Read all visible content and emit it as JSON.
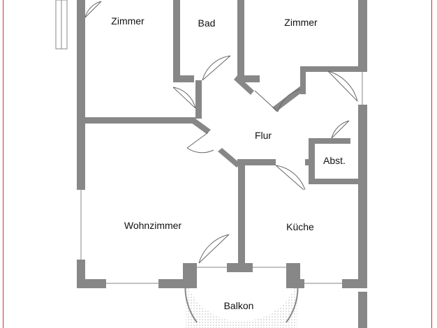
{
  "colors": {
    "wall": "#878787",
    "frame": "#c9332a",
    "window": "#ffffff",
    "door_swing": "#666666",
    "balcony_fill": "#d9d9d9"
  },
  "rooms": {
    "zimmer_left": "Zimmer",
    "bad": "Bad",
    "zimmer_right": "Zimmer",
    "flur": "Flur",
    "abst": "Abst.",
    "wohnzimmer": "Wohnzimmer",
    "kueche": "Küche",
    "balkon": "Balkon"
  }
}
